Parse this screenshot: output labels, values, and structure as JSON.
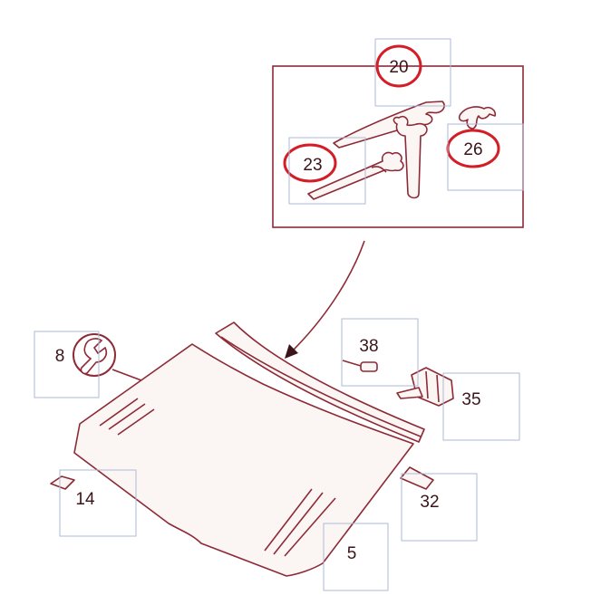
{
  "diagram": {
    "callouts": [
      {
        "id": "20",
        "label": "20",
        "highlighted": true
      },
      {
        "id": "23",
        "label": "23",
        "highlighted": true
      },
      {
        "id": "26",
        "label": "26",
        "highlighted": true
      },
      {
        "id": "8",
        "label": "8",
        "highlighted": false
      },
      {
        "id": "38",
        "label": "38",
        "highlighted": false
      },
      {
        "id": "35",
        "label": "35",
        "highlighted": false
      },
      {
        "id": "14",
        "label": "14",
        "highlighted": false
      },
      {
        "id": "32",
        "label": "32",
        "highlighted": false
      },
      {
        "id": "5",
        "label": "5",
        "highlighted": false
      }
    ],
    "colors": {
      "line": "#8d2a36",
      "highlight_ring": "#d31e27",
      "hotspot_border": "#aebbd6",
      "label_text": "#3a1418"
    },
    "icons": {
      "tool": "wrench-icon"
    }
  }
}
